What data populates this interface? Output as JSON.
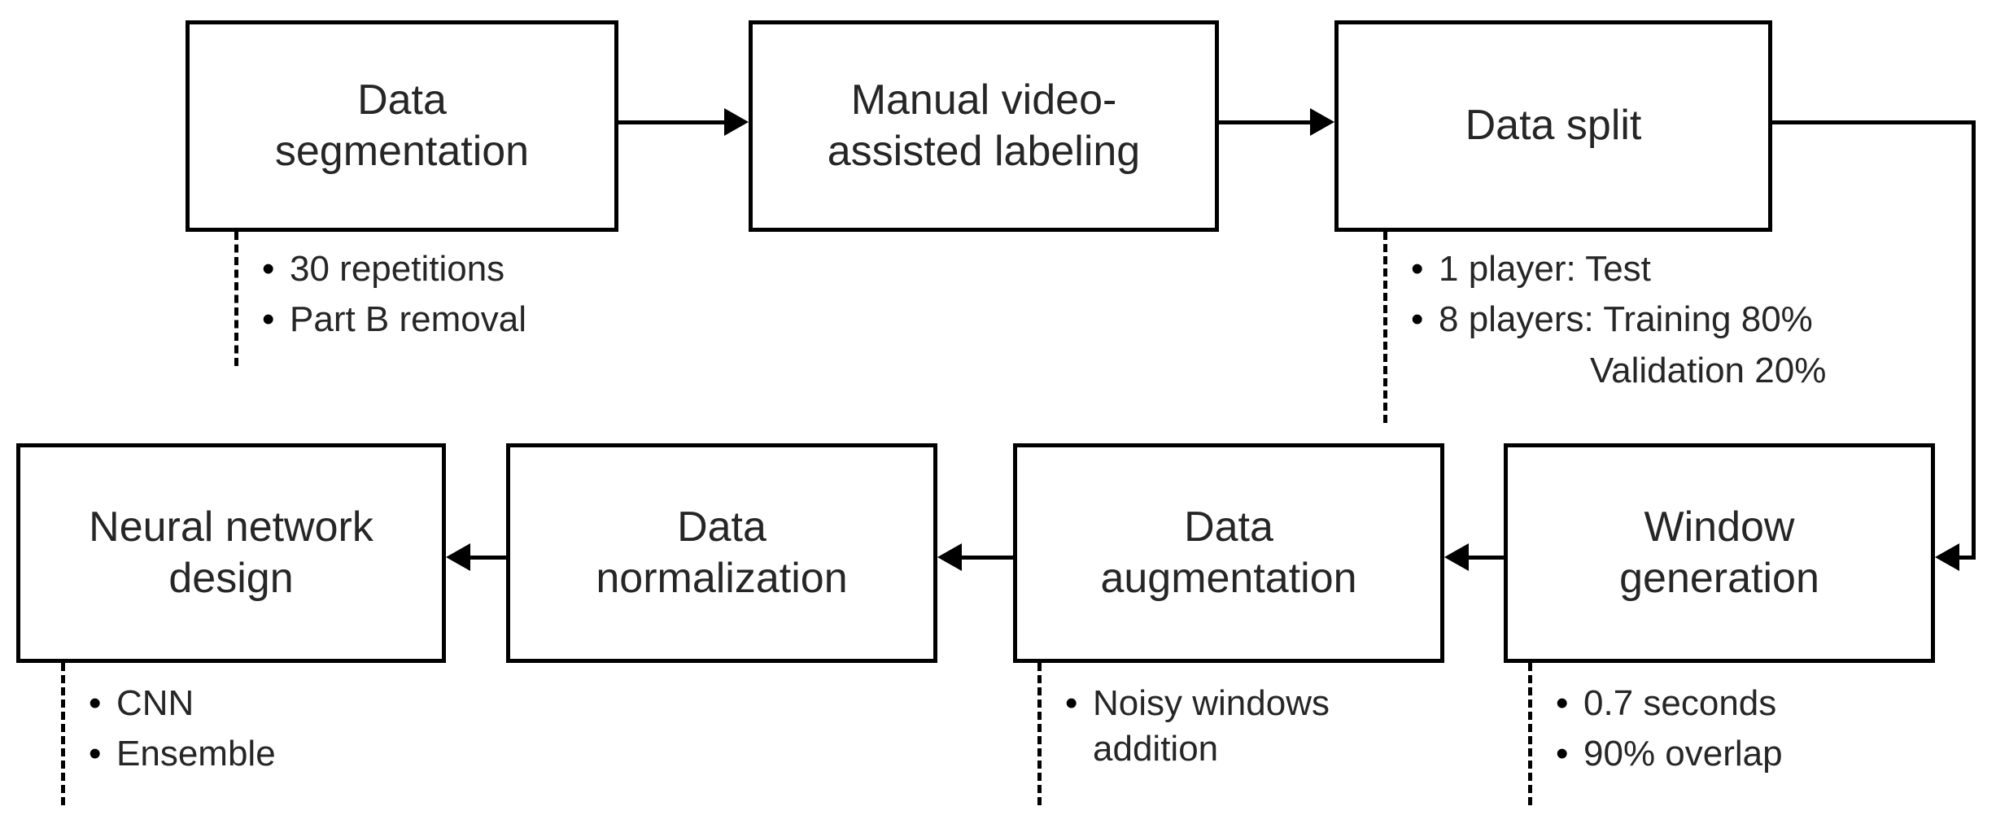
{
  "diagram": {
    "title": "Data processing and neural network design pipeline",
    "stroke_color": "#000000",
    "text_color": "#262626",
    "background_color": "#ffffff"
  },
  "nodes": [
    {
      "id": "data-segmentation",
      "label": "Data\nsegmentation"
    },
    {
      "id": "manual-labeling",
      "label": "Manual video-\nassisted labeling"
    },
    {
      "id": "data-split",
      "label": "Data split"
    },
    {
      "id": "window-generation",
      "label": "Window\ngeneration"
    },
    {
      "id": "data-augmentation",
      "label": "Data\naugmentation"
    },
    {
      "id": "data-normalization",
      "label": "Data\nnormalization"
    },
    {
      "id": "neural-network-design",
      "label": "Neural network\ndesign"
    }
  ],
  "notes": {
    "data_segmentation": {
      "bullet": "•",
      "items": [
        "30 repetitions",
        "Part B removal"
      ]
    },
    "data_split": {
      "bullet": "•",
      "items": [
        "1 player:   Test",
        "8 players: Training 80%"
      ],
      "continuation": "                  Validation 20%"
    },
    "window_generation": {
      "bullet": "•",
      "items": [
        "0.7 seconds",
        "90% overlap"
      ]
    },
    "data_augmentation": {
      "bullet": "•",
      "items": [
        "Noisy windows\naddition"
      ]
    },
    "neural_network_design": {
      "bullet": "•",
      "items": [
        "CNN",
        "Ensemble"
      ]
    }
  },
  "connectors": [
    {
      "id": "seg-to-labeling",
      "from": "data-segmentation",
      "to": "manual-labeling",
      "direction": "right"
    },
    {
      "id": "labeling-to-split",
      "from": "manual-labeling",
      "to": "data-split",
      "direction": "right"
    },
    {
      "id": "split-to-window",
      "from": "data-split",
      "to": "window-generation",
      "direction": "left"
    },
    {
      "id": "window-to-augmentation",
      "from": "window-generation",
      "to": "data-augmentation",
      "direction": "left"
    },
    {
      "id": "augmentation-to-normalization",
      "from": "data-augmentation",
      "to": "data-normalization",
      "direction": "left"
    },
    {
      "id": "normalization-to-network",
      "from": "data-normalization",
      "to": "neural-network-design",
      "direction": "left"
    }
  ]
}
